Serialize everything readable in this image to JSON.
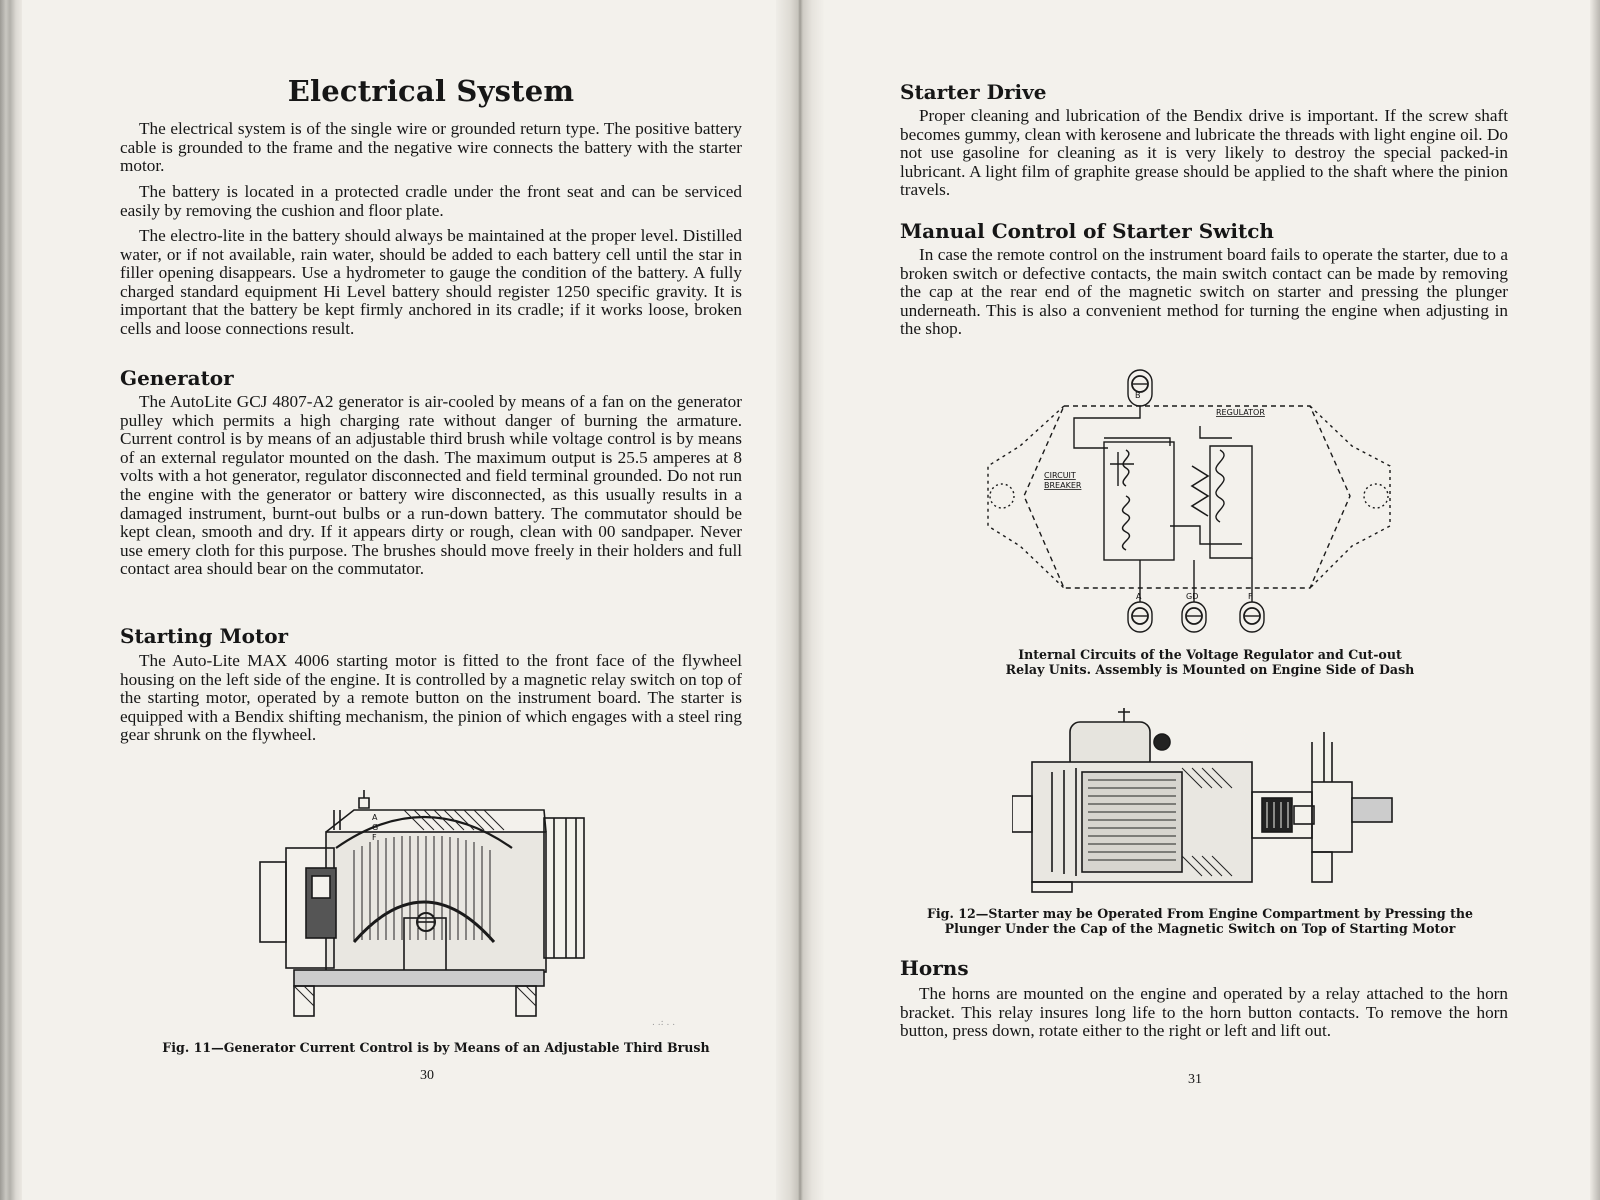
{
  "left_page": {
    "title": "Electrical System",
    "para1": "The electrical system is of the single wire or grounded return type. The positive battery cable is grounded to the frame and the negative wire connects the battery with the starter motor.",
    "para2": "The battery is located in a protected cradle under the front seat and can be serviced easily by removing the cushion and floor plate.",
    "para3": "The electro-lite in the battery should always be maintained at the proper level. Distilled water, or if not available, rain water, should be added to each battery cell until the star in filler opening disappears. Use a hydrometer to gauge the condition of the battery. A fully charged standard equipment Hi Level battery should register 1250 specific gravity. It is important that the battery be kept firmly anchored in its cradle; if it works loose, broken cells and loose connections result.",
    "generator_heading": "Generator",
    "generator_text": "The AutoLite GCJ 4807-A2 generator is air-cooled by means of a fan on the generator pulley which permits a high charging rate without danger of burning the armature. Current control is by means of an adjustable third brush while voltage control is by means of an external regulator mounted on the dash. The maximum output is 25.5 amperes at 8 volts with a hot generator, regulator disconnected and field terminal grounded. Do not run the engine with the generator or battery wire disconnected, as this usually results in a damaged instrument, burnt-out bulbs or a run-down battery. The commutator should be kept clean, smooth and dry. If it appears dirty or rough, clean with 00 sandpaper. Never use emery cloth for this purpose. The brushes should move freely in their holders and full contact area should bear on the commutator.",
    "starting_motor_heading": "Starting Motor",
    "starting_motor_text": "The Auto-Lite MAX 4006 starting motor is fitted to the front face of the flywheel housing on the left side of the engine. It is controlled by a magnetic relay switch on top of the starting motor, operated by a remote button on the instrument board. The starter is equipped with a Bendix shifting mechanism, the pinion of which engages with a steel ring gear shrunk on the flywheel.",
    "figure_labels": [
      "A",
      "G",
      "F"
    ],
    "caption": "Fig. 11—Generator Current Control is by Means of an Adjustable Third Brush",
    "page_number": "30"
  },
  "right_page": {
    "starter_drive_heading": "Starter Drive",
    "starter_drive_text": "Proper cleaning and lubrication of the Bendix drive is important. If the screw shaft becomes gummy, clean with kerosene and lubricate the threads with light engine oil. Do not use gasoline for cleaning as it is very likely to destroy the special packed-in lubricant. A light film of graphite grease should be applied to the shaft where the pinion travels.",
    "manual_heading": "Manual Control of Starter Switch",
    "manual_text": "In case the remote control on the instrument board fails to operate the starter, due to a broken switch or defective contacts, the main switch contact can be made by removing the cap at the rear end of the magnetic switch on starter and pressing the plunger underneath. This is also a convenient method for turning the engine when adjusting in the shop.",
    "diagram": {
      "regulator_label": "REGULATOR",
      "breaker_label_1": "CIRCUIT",
      "breaker_label_2": "BREAKER",
      "terminal_top": "B",
      "terminal_a": "A",
      "terminal_gd": "GD",
      "terminal_f": "F"
    },
    "caption_1_line1": "Internal Circuits of the Voltage Regulator and Cut-out",
    "caption_1_line2": "Relay Units. Assembly is Mounted on Engine Side of Dash",
    "caption_2_line1": "Fig. 12—Starter may be Operated From Engine Compartment by Pressing the",
    "caption_2_line2": "Plunger Under the Cap of the Magnetic Switch on Top of Starting Motor",
    "horns_heading": "Horns",
    "horns_text": "The horns are mounted on the engine and operated by a relay attached to the horn bracket. This relay insures long life to the horn button contacts. To remove the horn button, press down, rotate either to the right or left and lift out.",
    "page_number": "31"
  }
}
